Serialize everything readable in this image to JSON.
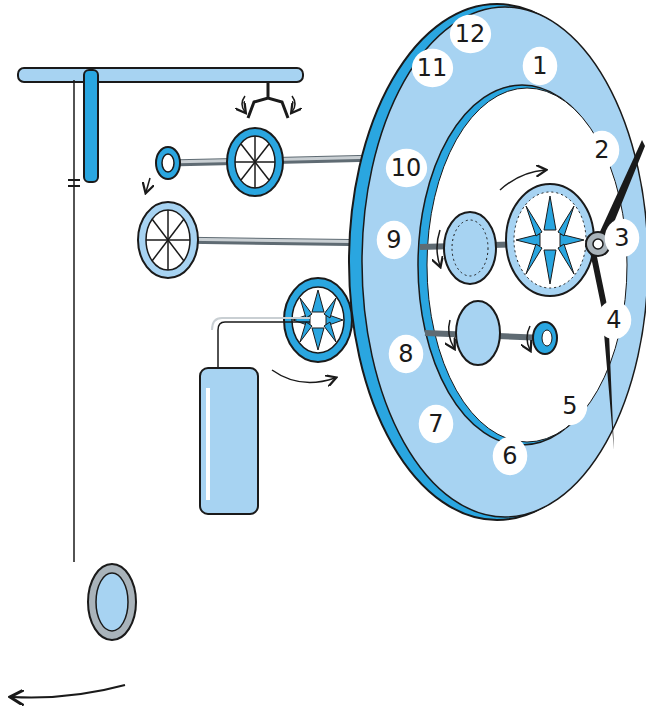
{
  "diagram": {
    "nodes": [
      {
        "text": [
          "12"
        ]
      },
      {
        "text": [
          "1"
        ]
      },
      {
        "text": [
          "2"
        ]
      },
      {
        "text": [
          "3"
        ]
      },
      {
        "text": [
          "4"
        ]
      },
      {
        "text": [
          "5"
        ]
      },
      {
        "text": [
          "6"
        ]
      },
      {
        "text": [
          "7"
        ]
      },
      {
        "text": [
          "8"
        ]
      },
      {
        "text": [
          "9"
        ]
      },
      {
        "text": [
          "10"
        ]
      },
      {
        "text": [
          "11"
        ]
      }
    ]
  }
}
